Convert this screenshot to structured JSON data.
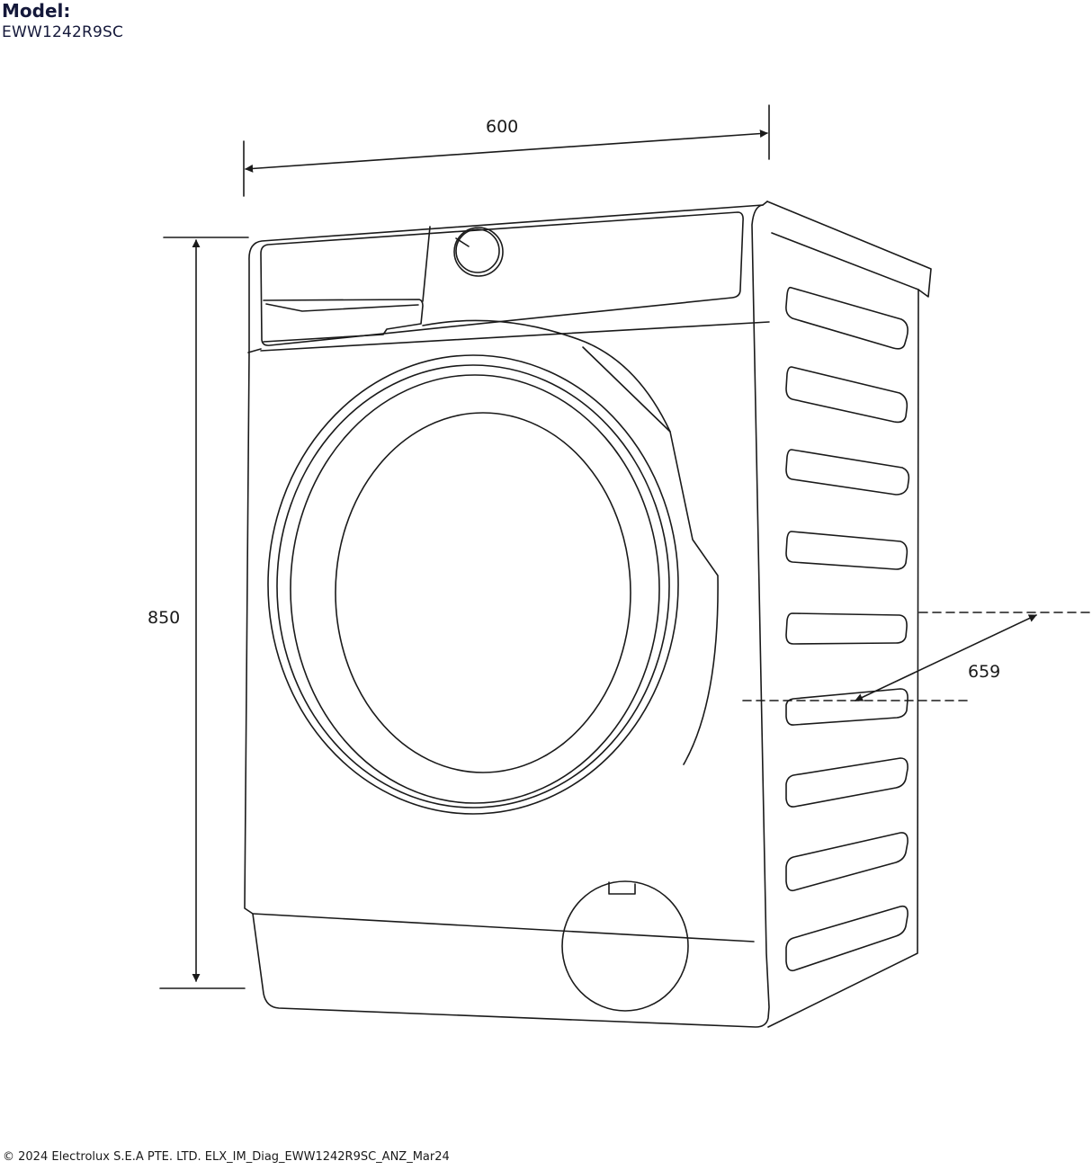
{
  "header": {
    "model_label": "Model:",
    "model_value": "EWW1242R9SC"
  },
  "dimensions": {
    "width": "600",
    "height": "850",
    "depth": "659"
  },
  "footer": {
    "copyright": "© 2024 Electrolux S.E.A PTE. LTD. ELX_IM_Diag_EWW1242R9SC_ANZ_Mar24"
  },
  "colors": {
    "line": "#1a1a1a",
    "header_text": "#14183a"
  }
}
